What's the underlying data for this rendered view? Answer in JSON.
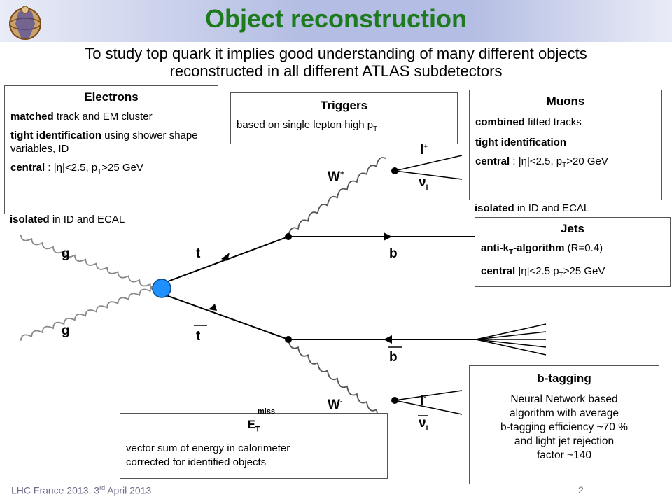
{
  "title": "Object reconstruction",
  "subtitle_lines": [
    "To study top quark it implies good understanding of many different objects",
    "reconstructed in all different ATLAS subdetectors"
  ],
  "electrons": {
    "heading": "Electrons",
    "item1_bold": "matched",
    "item1_rest": " track and EM cluster",
    "item2_bold": "tight identification",
    "item2_rest": " using shower shape variables, ID",
    "item3_bold": "central",
    "item3_rest": " : |η|<2.5, p",
    "item3_sub": "T",
    "item3_tail": ">25 GeV",
    "item4_bold": "isolated",
    "item4_rest": " in ID and ECAL"
  },
  "triggers": {
    "heading": "Triggers",
    "text": "based on single lepton high p",
    "text_sub": "T"
  },
  "muons": {
    "heading": "Muons",
    "item1_bold": "combined",
    "item1_rest": " fitted tracks",
    "item2_bold": "tight identification",
    "item3_bold": "central",
    "item3_rest": " : |η|<2.5, p",
    "item3_sub": "T",
    "item3_tail": ">20 GeV",
    "item4_bold": "isolated",
    "item4_rest": " in ID and ECAL"
  },
  "jets": {
    "heading": "Jets",
    "item1_bold": "anti-k",
    "item1_sub": "T",
    "item1_bold2": "-algorithm",
    "item1_rest": " (R=0.4)",
    "item2_bold": "central",
    "item2_rest": " |η|<2.5 p",
    "item2_sub": "T",
    "item2_tail": ">25 GeV"
  },
  "btag": {
    "heading": "b-tagging",
    "lines": [
      "Neural Network based",
      "algorithm with average",
      "b-tagging efficiency ~70 %",
      "and light jet rejection",
      "factor ~140"
    ]
  },
  "met": {
    "heading": "E",
    "heading_sub": "T",
    "heading_sup": "miss",
    "lines": [
      "vector sum of energy in calorimeter",
      "corrected for identified objects"
    ]
  },
  "diagram_labels": {
    "g_top": "g",
    "g_bottom": "g",
    "t": "t",
    "tbar": "t",
    "b": "b",
    "bbar": "b",
    "wplus": "W",
    "wplus_sup": "+",
    "wminus": "W",
    "wminus_sup": "-",
    "lplus": "l",
    "lplus_sup": "+",
    "nu": "ν",
    "nu_sub": "l",
    "lminus": "l",
    "lminus_sup": "-",
    "nubar": "ν",
    "nubar_sub": "l"
  },
  "footer": {
    "left_main": "LHC France 2013, 3",
    "left_sup": "rd",
    "left_tail": " April 2013",
    "page": "2"
  },
  "colors": {
    "title": "#1d7a1d",
    "vertex": "#1e90ff",
    "footer": "#6d6d8a"
  }
}
